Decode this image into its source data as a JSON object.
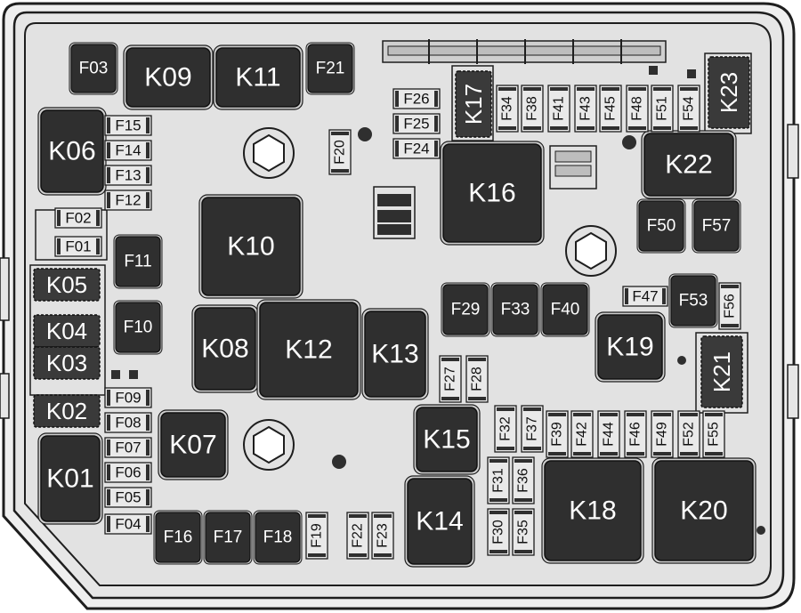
{
  "colors": {
    "background": "#ffffff",
    "housing_fill": "#e2e2e2",
    "housing_stroke": "#1e1e1e",
    "component_fill": "#2f2f2f",
    "component_text": "#ffffff",
    "fuse_fill": "#e9e9e9",
    "fuse_text": "#111111",
    "socket_fill": "#cfcfcf"
  },
  "relays": [
    {
      "id": "k09",
      "label": "K09"
    },
    {
      "id": "k11",
      "label": "K11"
    },
    {
      "id": "k06",
      "label": "K06"
    },
    {
      "id": "k10",
      "label": "K10"
    },
    {
      "id": "k16",
      "label": "K16"
    },
    {
      "id": "k22",
      "label": "K22"
    },
    {
      "id": "k08",
      "label": "K08"
    },
    {
      "id": "k12",
      "label": "K12"
    },
    {
      "id": "k13",
      "label": "K13"
    },
    {
      "id": "k19",
      "label": "K19"
    },
    {
      "id": "k07",
      "label": "K07"
    },
    {
      "id": "k01",
      "label": "K01"
    },
    {
      "id": "k15",
      "label": "K15"
    },
    {
      "id": "k14",
      "label": "K14"
    },
    {
      "id": "k18",
      "label": "K18"
    },
    {
      "id": "k20",
      "label": "K20"
    },
    {
      "id": "k05",
      "label": "K05"
    },
    {
      "id": "k04",
      "label": "K04"
    },
    {
      "id": "k03",
      "label": "K03"
    },
    {
      "id": "k02",
      "label": "K02"
    },
    {
      "id": "k17",
      "label": "K17"
    },
    {
      "id": "k23",
      "label": "K23"
    },
    {
      "id": "k21",
      "label": "K21"
    }
  ],
  "maxi_fuses": [
    {
      "id": "f03",
      "label": "F03"
    },
    {
      "id": "f21",
      "label": "F21"
    },
    {
      "id": "f11",
      "label": "F11"
    },
    {
      "id": "f10",
      "label": "F10"
    },
    {
      "id": "f50",
      "label": "F50"
    },
    {
      "id": "f57",
      "label": "F57"
    },
    {
      "id": "f29",
      "label": "F29"
    },
    {
      "id": "f33",
      "label": "F33"
    },
    {
      "id": "f40",
      "label": "F40"
    },
    {
      "id": "f53",
      "label": "F53"
    },
    {
      "id": "f16",
      "label": "F16"
    },
    {
      "id": "f17",
      "label": "F17"
    },
    {
      "id": "f18",
      "label": "F18"
    }
  ],
  "mini_fuses": [
    {
      "id": "f15",
      "label": "F15"
    },
    {
      "id": "f14",
      "label": "F14"
    },
    {
      "id": "f13",
      "label": "F13"
    },
    {
      "id": "f12",
      "label": "F12"
    },
    {
      "id": "f02",
      "label": "F02"
    },
    {
      "id": "f01",
      "label": "F01"
    },
    {
      "id": "f09",
      "label": "F09"
    },
    {
      "id": "f08",
      "label": "F08"
    },
    {
      "id": "f07",
      "label": "F07"
    },
    {
      "id": "f06",
      "label": "F06"
    },
    {
      "id": "f05",
      "label": "F05"
    },
    {
      "id": "f04",
      "label": "F04"
    },
    {
      "id": "f26",
      "label": "F26"
    },
    {
      "id": "f25",
      "label": "F25"
    },
    {
      "id": "f24",
      "label": "F24"
    },
    {
      "id": "f47",
      "label": "F47"
    }
  ],
  "vertical_fuses": [
    {
      "id": "f20",
      "label": "F20"
    },
    {
      "id": "f34",
      "label": "F34"
    },
    {
      "id": "f38",
      "label": "F38"
    },
    {
      "id": "f41",
      "label": "F41"
    },
    {
      "id": "f43",
      "label": "F43"
    },
    {
      "id": "f45",
      "label": "F45"
    },
    {
      "id": "f48",
      "label": "F48"
    },
    {
      "id": "f51",
      "label": "F51"
    },
    {
      "id": "f54",
      "label": "F54"
    },
    {
      "id": "f56",
      "label": "F56"
    },
    {
      "id": "f27",
      "label": "F27"
    },
    {
      "id": "f28",
      "label": "F28"
    },
    {
      "id": "f32",
      "label": "F32"
    },
    {
      "id": "f37",
      "label": "F37"
    },
    {
      "id": "f39",
      "label": "F39"
    },
    {
      "id": "f42",
      "label": "F42"
    },
    {
      "id": "f44",
      "label": "F44"
    },
    {
      "id": "f46",
      "label": "F46"
    },
    {
      "id": "f49",
      "label": "F49"
    },
    {
      "id": "f52",
      "label": "F52"
    },
    {
      "id": "f55",
      "label": "F55"
    },
    {
      "id": "f31",
      "label": "F31"
    },
    {
      "id": "f36",
      "label": "F36"
    },
    {
      "id": "f30",
      "label": "F30"
    },
    {
      "id": "f35",
      "label": "F35"
    },
    {
      "id": "f19",
      "label": "F19"
    },
    {
      "id": "f22",
      "label": "F22"
    },
    {
      "id": "f23",
      "label": "F23"
    }
  ]
}
